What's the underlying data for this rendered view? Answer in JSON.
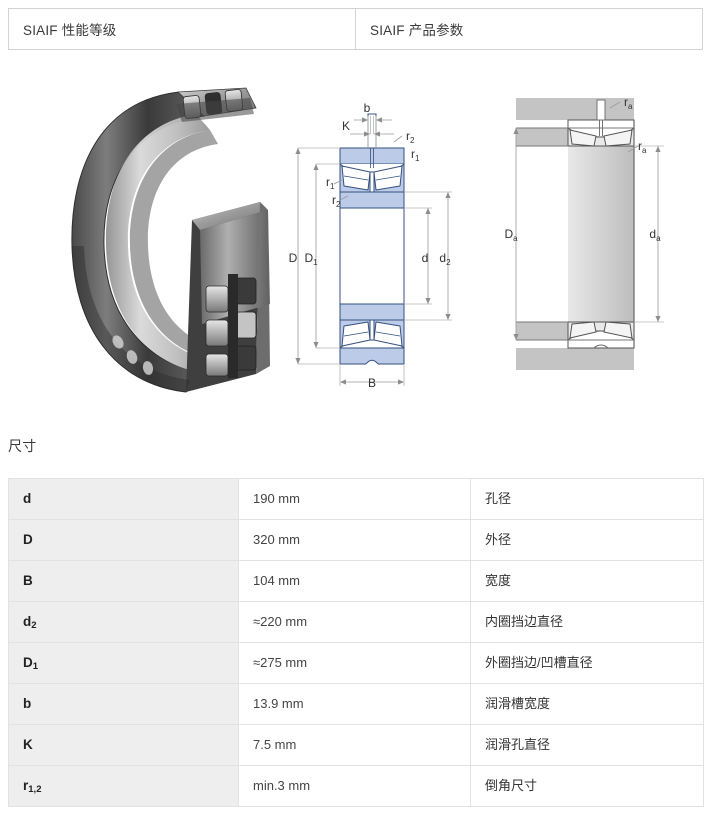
{
  "tabs": [
    {
      "label": "SIAIF 性能等级",
      "selected": true
    },
    {
      "label": "SIAIF 产品参数",
      "selected": false
    }
  ],
  "figures": {
    "photo": {
      "name": "spherical-roller-bearing-cutaway-photo",
      "alt": "球面滚子轴承剖切实物图"
    },
    "cross_section": {
      "name": "bearing-cross-section-diagram",
      "labels": [
        "b",
        "K",
        "r1",
        "r2",
        "D",
        "D1",
        "d",
        "d2",
        "B"
      ],
      "fill_color": "#bccbe8",
      "line_color": "#33507d"
    },
    "abutment": {
      "name": "bearing-abutment-diagram",
      "labels": [
        "Da",
        "da",
        "ra"
      ],
      "fill_color": "#c9c9c9",
      "line_color": "#555555"
    }
  },
  "dimensions": {
    "heading": "尺寸",
    "rows": [
      {
        "symbol": "d",
        "sub": "",
        "value": "190 mm",
        "desc": "孔径"
      },
      {
        "symbol": "D",
        "sub": "",
        "value": "320 mm",
        "desc": "外径"
      },
      {
        "symbol": "B",
        "sub": "",
        "value": "104 mm",
        "desc": "宽度"
      },
      {
        "symbol": "d",
        "sub": "2",
        "value": "≈220 mm",
        "desc": "内圈挡边直径"
      },
      {
        "symbol": "D",
        "sub": "1",
        "value": "≈275 mm",
        "desc": "外圈挡边/凹槽直径"
      },
      {
        "symbol": "b",
        "sub": "",
        "value": "13.9 mm",
        "desc": "润滑槽宽度"
      },
      {
        "symbol": "K",
        "sub": "",
        "value": "7.5 mm",
        "desc": "润滑孔直径"
      },
      {
        "symbol": "r",
        "sub": "1,2",
        "value": "min.3 mm",
        "desc": "倒角尺寸"
      }
    ]
  }
}
